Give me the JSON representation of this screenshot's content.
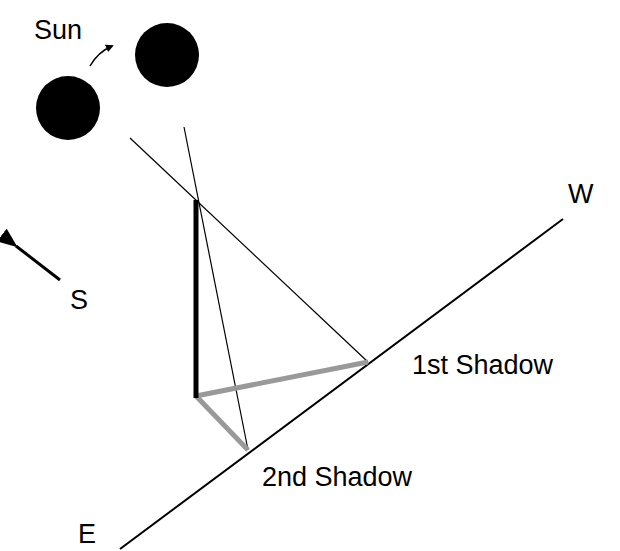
{
  "diagram": {
    "labels": [
      "Sun",
      "S",
      "W",
      "E",
      "1st Shadow",
      "2nd Shadow"
    ]
  }
}
